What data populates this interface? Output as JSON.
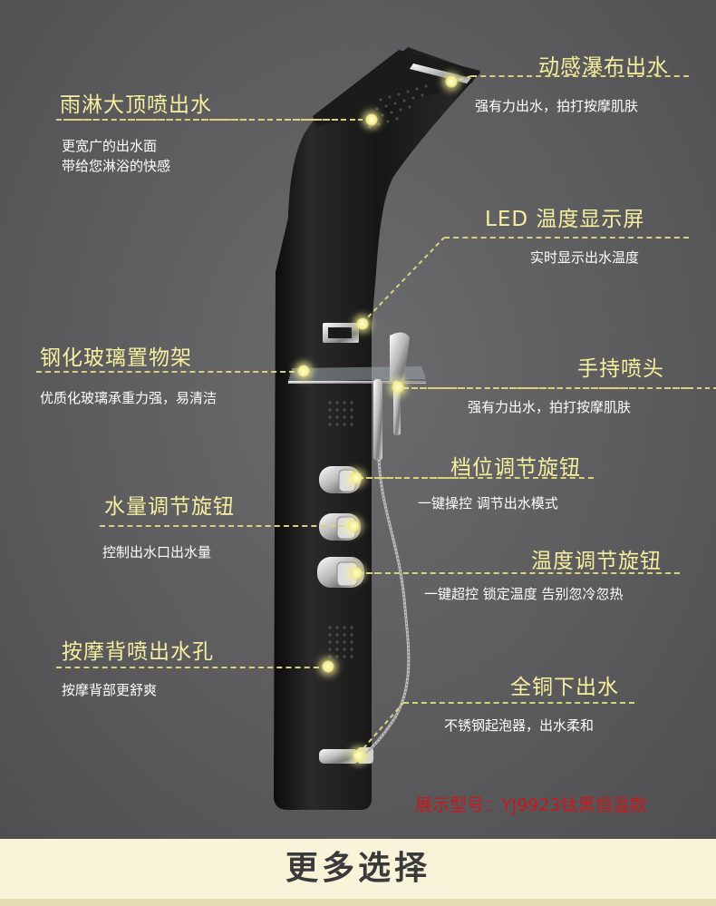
{
  "callouts": {
    "rain_top": {
      "title": "雨淋大顶喷出水",
      "desc1": "更宽广的出水面",
      "desc2": "带给您淋浴的快感"
    },
    "waterfall": {
      "title": "动感瀑布出水",
      "desc": "强有力出水，拍打按摩肌肤"
    },
    "led": {
      "title": "LED 温度显示屏",
      "desc": "实时显示出水温度"
    },
    "shelf": {
      "title": "钢化玻璃置物架",
      "desc": "优质化玻璃承重力强，易清洁"
    },
    "handheld": {
      "title": "手持喷头",
      "desc": "强有力出水，拍打按摩肌肤"
    },
    "mode_knob": {
      "title": "档位调节旋钮",
      "desc": "一键操控 调节出水模式"
    },
    "flow_knob": {
      "title": "水量调节旋钮",
      "desc": "控制出水口出水量"
    },
    "temp_knob": {
      "title": "温度调节旋钮",
      "desc": "一键超控 锁定温度 告别忽冷忽热"
    },
    "massage": {
      "title": "按摩背喷出水孔",
      "desc": "按摩背部更舒爽"
    },
    "copper": {
      "title": "全铜下出水",
      "desc": "不锈钢起泡器，出水柔和"
    }
  },
  "model_label": "展示型号：YJ9923钛黑恒温款",
  "footer": {
    "more_label": "更多选择"
  },
  "colors": {
    "title": "#f6ef9e",
    "accent_dot": "#f3ec8a",
    "model": "#c8181c",
    "footer_bg": "#f8f3d9"
  }
}
